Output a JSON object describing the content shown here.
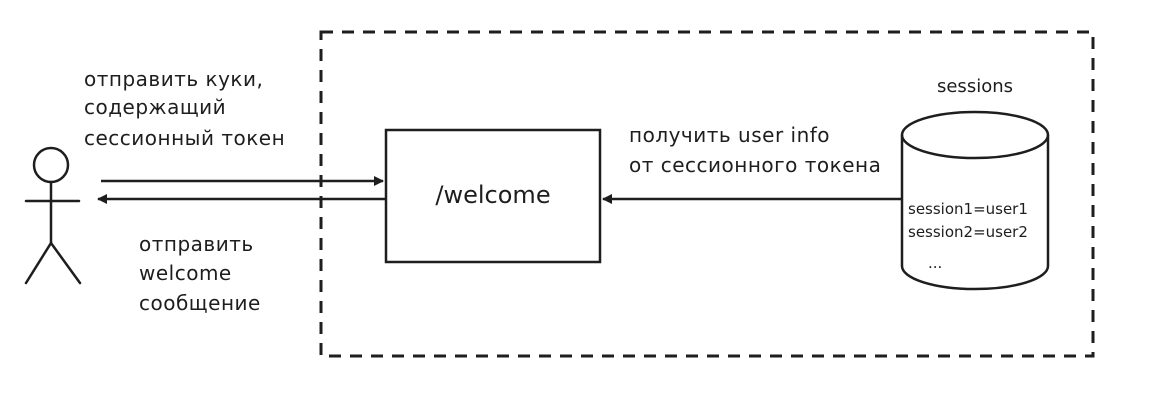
{
  "service": {
    "endpoint": "/welcome"
  },
  "database": {
    "title": "sessions",
    "rows": [
      "session1=user1",
      "session2=user2",
      "..."
    ]
  },
  "arrows": {
    "request_lines": [
      "отправить куки,",
      "содержащий",
      "сессионный токен"
    ],
    "response_lines": [
      "отправить",
      "welcome",
      "сообщение"
    ],
    "lookup_lines": [
      "получить user info",
      "от сессионного токена"
    ]
  },
  "colors": {
    "stroke": "#1e1e1e",
    "background": "#ffffff"
  }
}
